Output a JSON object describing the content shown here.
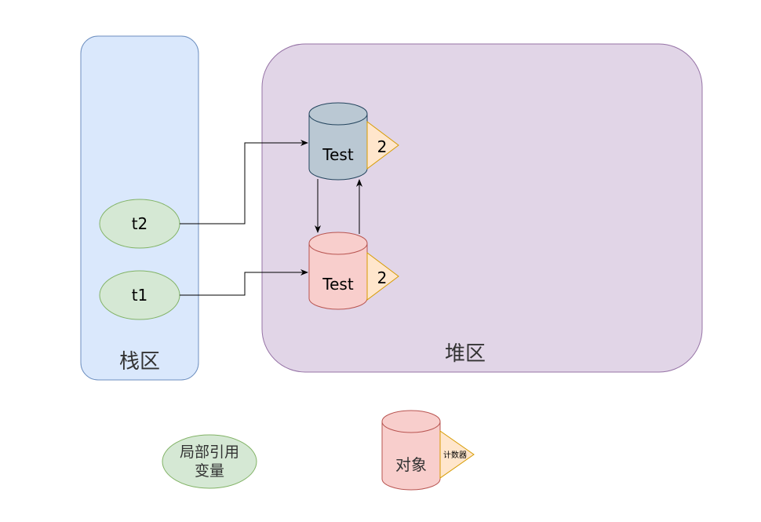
{
  "stack_region": {
    "label": "栈区",
    "fill": "#dae8fc",
    "stroke": "#6c8ebf"
  },
  "heap_region": {
    "label": "堆区",
    "fill": "#e1d5e7",
    "stroke": "#9673a6"
  },
  "local_vars": [
    {
      "label": "t2"
    },
    {
      "label": "t1"
    }
  ],
  "objects": [
    {
      "label": "Test",
      "counter": "2",
      "fill": "#bac8d3",
      "stroke": "#23445d"
    },
    {
      "label": "Test",
      "counter": "2",
      "fill": "#f8cecc",
      "stroke": "#b85450"
    }
  ],
  "legend": {
    "local_var_label_line1": "局部引用",
    "local_var_label_line2": "变量",
    "object_label": "对象",
    "counter_label": "计数器"
  },
  "colors": {
    "var_fill": "#d5e8d4",
    "var_stroke": "#82b366",
    "counter_fill": "#ffe6cc",
    "counter_stroke": "#d79b00",
    "arrow": "#000000"
  }
}
